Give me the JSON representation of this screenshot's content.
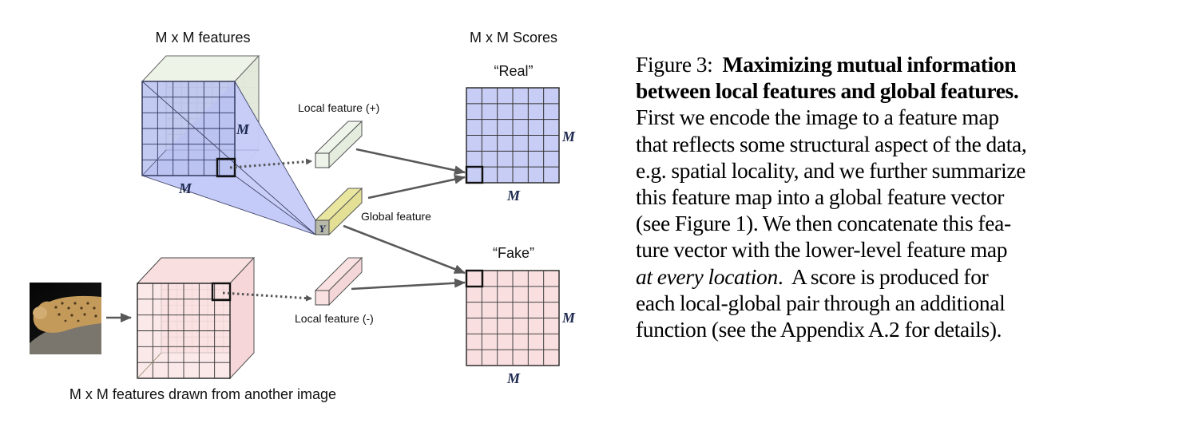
{
  "figure": {
    "labels": {
      "top_features": "M x M features",
      "scores": "M x M Scores",
      "real": "“Real”",
      "fake": "“Fake”",
      "local_pos": "Local feature (+)",
      "local_neg": "Local feature (-)",
      "global": "Global feature",
      "bottom_features": "M x M features drawn from another image",
      "m": "M",
      "y": "Y"
    },
    "grid_size": 6,
    "colors": {
      "blue_face": "#c8cdf5",
      "blue_projection": "#c5cbf8",
      "green_face": "#edf3e6",
      "pink_face": "#f9dfe0",
      "yellow_face": "#e6e39a",
      "gray_face": "#b9b9a9",
      "arrow": "#595959",
      "m_label": "#1e2a50"
    },
    "image": {
      "semantic": "leopard-photo"
    }
  },
  "caption": {
    "prefix": "Figure 3:",
    "bold_line1": "Maximizing mutual information",
    "bold_line2": "between local features and global features.",
    "line3": "First we encode the image to a feature map",
    "line4": "that reflects some structural aspect of the data,",
    "line5": "e.g. spatial locality, and we further summarize",
    "line6": "this feature map into a global feature vector",
    "line7": "(see Figure 1). We then concatenate this fea-",
    "line8": "ture vector with the lower-level feature map",
    "line9_italic": "at every location",
    "line9_rest": ".  A score is produced for",
    "line10": "each local-global pair through an additional",
    "line11": "function (see the Appendix A.2 for details)."
  }
}
